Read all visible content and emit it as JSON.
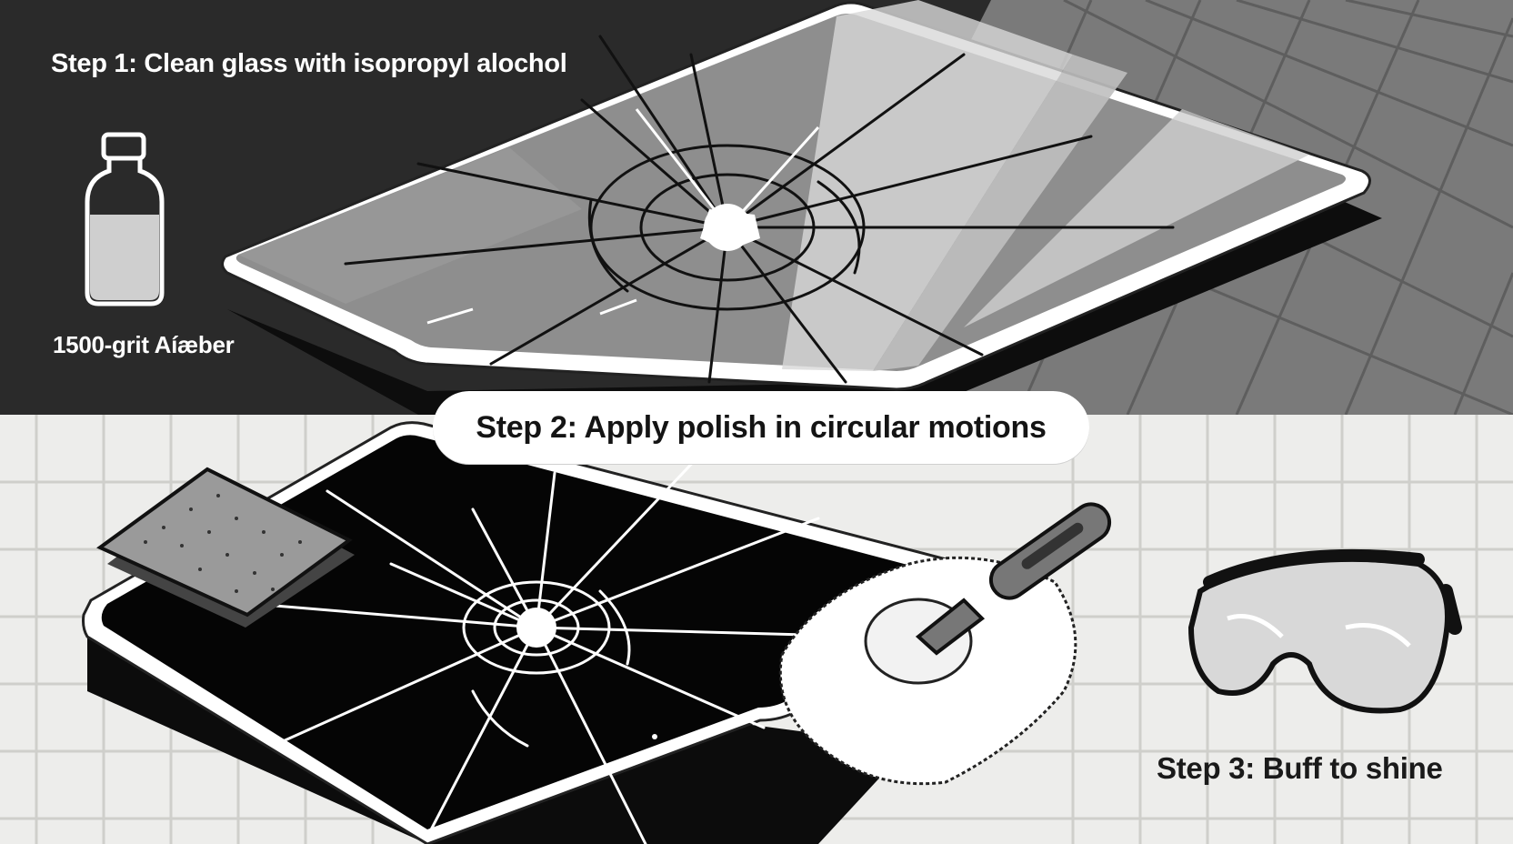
{
  "labels": {
    "step1": "Step 1: Clean glass with isopropyl alochol",
    "bottle": "1500-grit Aíæber",
    "step2": "Step 2: Apply polish in circular motions",
    "step3": "Step 3: Buff to shine"
  },
  "colors": {
    "top_panel_bg": "#2a2a2a",
    "bottom_panel_bg": "#ededeb",
    "tile_line": "#cfcfcb",
    "glass_dark": "#050505",
    "crack_line": "#ffffff",
    "ink": "#111111"
  },
  "icons": [
    "cracked-glass-top",
    "alcohol-bottle-icon",
    "cracked-screen-bottom",
    "sandpaper-pad-icon",
    "polishing-cloth-icon",
    "polish-applicator-icon",
    "safety-goggles-icon"
  ]
}
